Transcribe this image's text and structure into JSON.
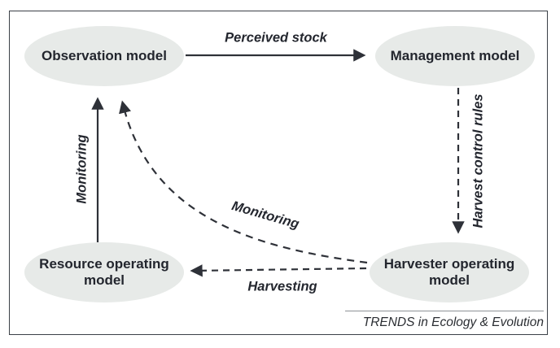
{
  "figure": {
    "footer": "TRENDS in Ecology & Evolution"
  },
  "colors": {
    "ellipse_fill": "#e7eae8",
    "text": "#23262e",
    "line": "#2e3138",
    "frame_border": "#3b4047",
    "footer_rule": "#8d9196"
  },
  "nodes": {
    "observation": {
      "label": "Observation model"
    },
    "management": {
      "label": "Management model"
    },
    "resource": {
      "label": "Resource operating model",
      "line1": "Resource operating",
      "line2": "model"
    },
    "harvester": {
      "label": "Harvester operating model",
      "line1": "Harvester operating",
      "line2": "model"
    }
  },
  "edges": {
    "perceived_stock": {
      "label": "Perceived stock",
      "style": "solid",
      "from": "observation",
      "to": "management"
    },
    "monitoring_solid": {
      "label": "Monitoring",
      "style": "solid",
      "from": "resource",
      "to": "observation"
    },
    "monitoring_dashed": {
      "label": "Monitoring",
      "style": "dashed",
      "from": "harvester",
      "to": "observation"
    },
    "harvest_control_rules": {
      "label": "Harvest control rules",
      "style": "dashed",
      "from": "management",
      "to": "harvester"
    },
    "harvesting": {
      "label": "Harvesting",
      "style": "dashed",
      "from": "harvester",
      "to": "resource"
    }
  }
}
